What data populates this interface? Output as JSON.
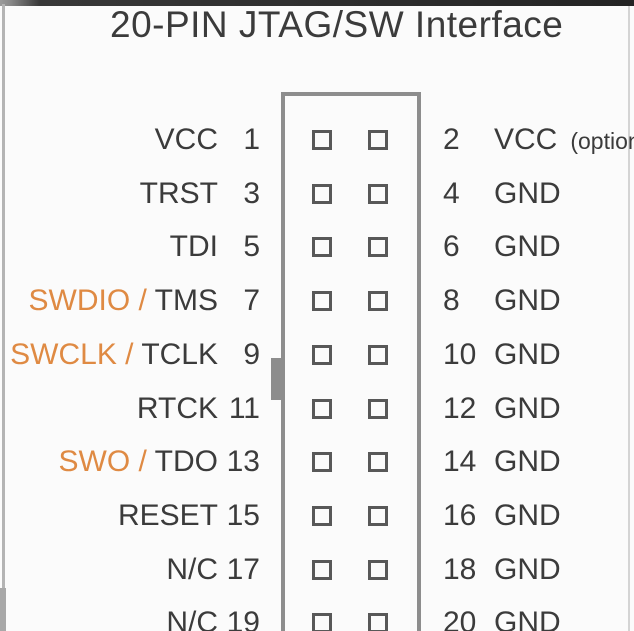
{
  "title": "20-PIN JTAG/SW Interface",
  "colors": {
    "accent_orange": "#DF8A43",
    "text_dark": "#3B3B3B",
    "connector_gray": "#8D8D8D"
  },
  "pinout": {
    "rows": [
      {
        "sw_name": "",
        "jtag_name": "VCC",
        "pin_left": "1",
        "pin_right": "2",
        "right_name": "VCC",
        "right_note": "(option"
      },
      {
        "sw_name": "",
        "jtag_name": "TRST",
        "pin_left": "3",
        "pin_right": "4",
        "right_name": "GND",
        "right_note": ""
      },
      {
        "sw_name": "",
        "jtag_name": "TDI",
        "pin_left": "5",
        "pin_right": "6",
        "right_name": "GND",
        "right_note": ""
      },
      {
        "sw_name": "SWDIO / ",
        "jtag_name": "TMS",
        "pin_left": "7",
        "pin_right": "8",
        "right_name": "GND",
        "right_note": ""
      },
      {
        "sw_name": "SWCLK / ",
        "jtag_name": "TCLK",
        "pin_left": "9",
        "pin_right": "10",
        "right_name": "GND",
        "right_note": ""
      },
      {
        "sw_name": "",
        "jtag_name": "RTCK",
        "pin_left": "11",
        "pin_right": "12",
        "right_name": "GND",
        "right_note": ""
      },
      {
        "sw_name": "SWO / ",
        "jtag_name": "TDO",
        "pin_left": "13",
        "pin_right": "14",
        "right_name": "GND",
        "right_note": ""
      },
      {
        "sw_name": "",
        "jtag_name": "RESET",
        "pin_left": "15",
        "pin_right": "16",
        "right_name": "GND",
        "right_note": ""
      },
      {
        "sw_name": "",
        "jtag_name": "N/C",
        "pin_left": "17",
        "pin_right": "18",
        "right_name": "GND",
        "right_note": ""
      },
      {
        "sw_name": "",
        "jtag_name": "N/C",
        "pin_left": "19",
        "pin_right": "20",
        "right_name": "GND",
        "right_note": ""
      }
    ]
  }
}
